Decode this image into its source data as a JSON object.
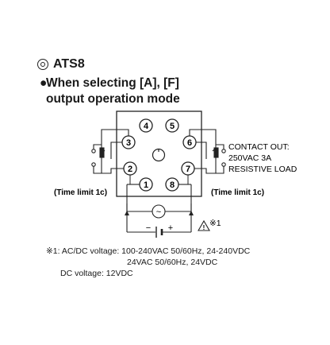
{
  "title": "ATS8",
  "heading": {
    "bullet": "●",
    "line1": "When selecting [A], [F]",
    "line2": "output operation mode"
  },
  "terminals": [
    "1",
    "2",
    "3",
    "4",
    "5",
    "6",
    "7",
    "8"
  ],
  "contact_out": {
    "line1": "CONTACT OUT:",
    "line2": "250VAC 3A",
    "line3": "RESISTIVE LOAD"
  },
  "time_limit_left": "(Time limit 1c)",
  "time_limit_right": "(Time limit 1c)",
  "supply": {
    "ac_symbol": "~",
    "minus": "−",
    "plus": "+",
    "warning_mark": "!",
    "note_ref": "※1"
  },
  "notes": {
    "line1": "※1: AC/DC voltage: 100-240VAC 50/60Hz, 24-240VDC",
    "line2": "24VAC 50/60Hz, 24VDC",
    "line3": "DC voltage: 12VDC"
  }
}
